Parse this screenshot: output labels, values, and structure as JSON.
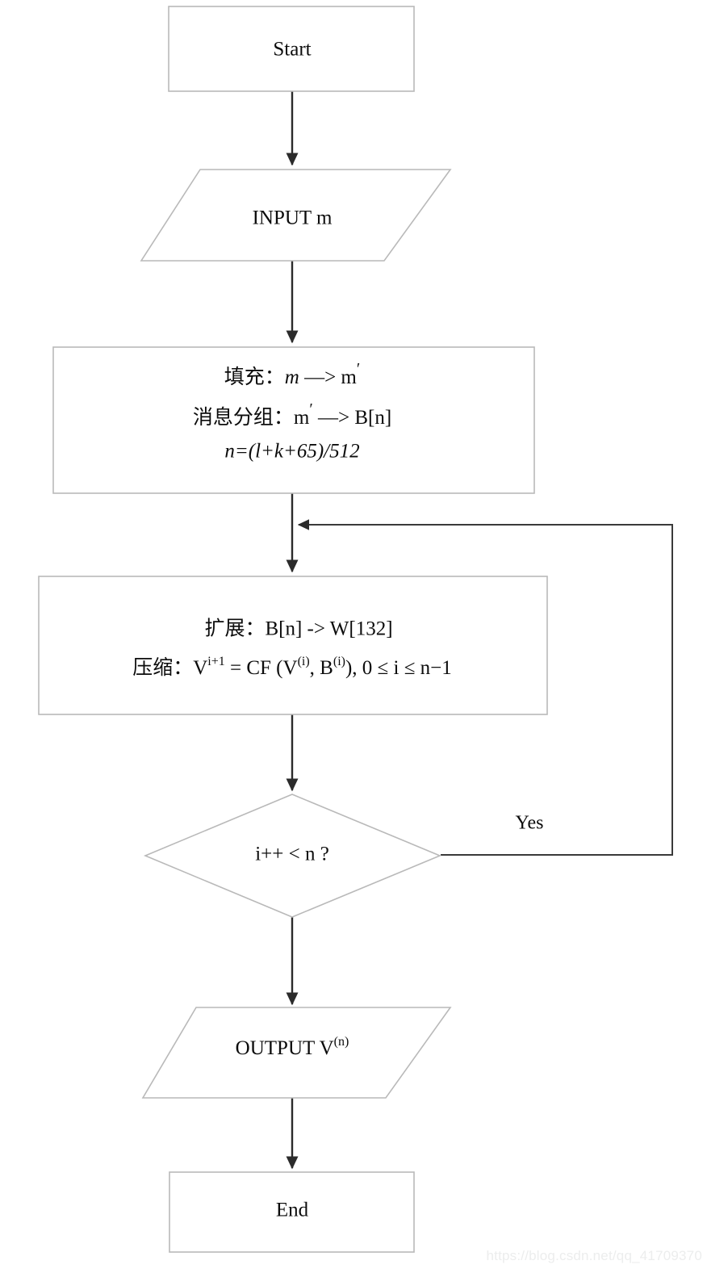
{
  "diagram": {
    "title": "SM3 hash algorithm flowchart",
    "background": "#ffffff",
    "shape_stroke": "#b9b9b9",
    "connector_color": "#2b2b2b",
    "text_color": "#0c0c0c"
  },
  "nodes": {
    "start": {
      "shape": "rectangle",
      "label": "Start"
    },
    "input": {
      "shape": "parallelogram",
      "label": "INPUT m"
    },
    "process_pad": {
      "shape": "rectangle",
      "line1_prefix": "填充：",
      "line1_var": "m",
      "line1_arrow": " —> ",
      "line1_result": "m",
      "line1_prime": "′",
      "line2_prefix": "消息分组：",
      "line2_var": "m",
      "line2_prime": "′",
      "line2_arrow": " —> ",
      "line2_result": "B[n]",
      "line3": "n=(l+k+65)/512"
    },
    "process_compress": {
      "shape": "rectangle",
      "line1": "扩展：B[n] -> W[132]",
      "line2_prefix": "压缩：V",
      "line2_sup1": "i+1",
      "line2_mid": " = CF (V",
      "line2_sup2": "(i)",
      "line2_mid2": ", B",
      "line2_sup3": "(i)",
      "line2_tail": "), 0 ≤ i ≤ n−1"
    },
    "decision": {
      "shape": "diamond",
      "label": "i++ < n ?"
    },
    "output": {
      "shape": "parallelogram",
      "label_main": "OUTPUT V",
      "label_sup": "(n)"
    },
    "end": {
      "shape": "rectangle",
      "label": "End"
    }
  },
  "edges": {
    "start_to_input": {
      "label": ""
    },
    "input_to_pad": {
      "label": ""
    },
    "pad_to_compress": {
      "label": ""
    },
    "compress_to_decision": {
      "label": ""
    },
    "decision_yes_loop": {
      "label": "Yes"
    },
    "decision_to_output": {
      "label": ""
    },
    "output_to_end": {
      "label": ""
    }
  },
  "watermark": {
    "text": "https://blog.csdn.net/qq_41709370"
  }
}
